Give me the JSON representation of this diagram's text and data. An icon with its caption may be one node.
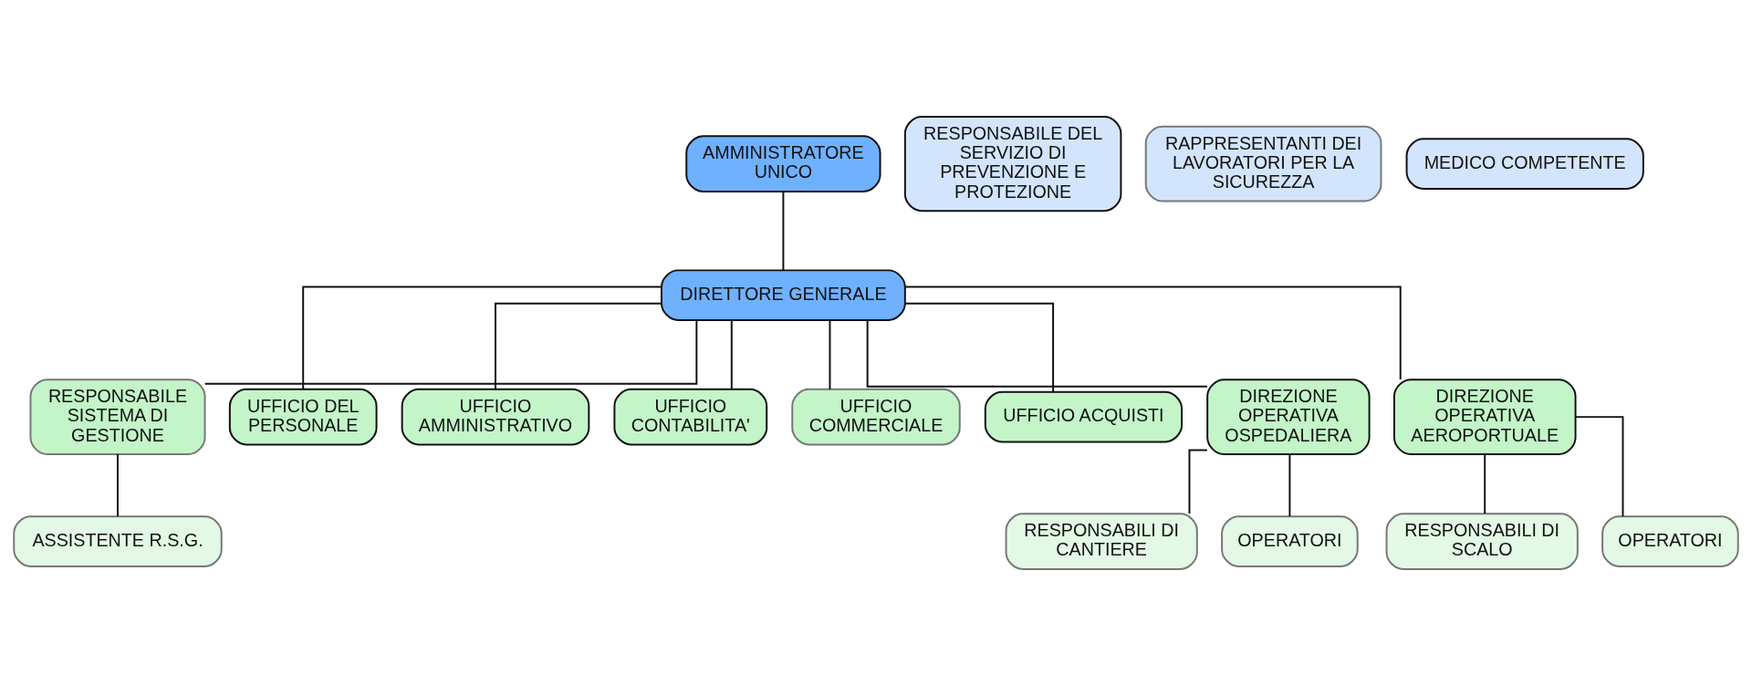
{
  "diagram": {
    "nodes": [
      {
        "text": [
          "AMMINISTRATORE UNICO"
        ]
      },
      {
        "text": [
          "RESPONSABILE DEL SERVIZIO DI PREVENZIONE E PROTEZIONE"
        ]
      },
      {
        "text": [
          "RAPPRESENTANTI DEI LAVORATORI PER LA SICUREZZA"
        ]
      },
      {
        "text": [
          "MEDICO COMPETENTE"
        ]
      },
      {
        "text": [
          "DIRETTORE GENERALE"
        ]
      },
      {
        "text": [
          "RESPONSABILE SISTEMA DI GESTIONE"
        ]
      },
      {
        "text": [
          "UFFICIO DEL PERSONALE"
        ]
      },
      {
        "text": [
          "UFFICIO AMMINISTRATIVO"
        ]
      },
      {
        "text": [
          "UFFICIO CONTABILITA'"
        ]
      },
      {
        "text": [
          "UFFICIO COMMERCIALE"
        ]
      },
      {
        "text": [
          "UFFICIO ACQUISTI"
        ]
      },
      {
        "text": [
          "DIREZIONE OPERATIVA OSPEDALIERA"
        ]
      },
      {
        "text": [
          "DIREZIONE OPERATIVA AEROPORTUALE"
        ]
      },
      {
        "text": [
          "ASSISTENTE R.S.G."
        ]
      },
      {
        "text": [
          "RESPONSABILI DI CANTIERE"
        ]
      },
      {
        "text": [
          "OPERATORI"
        ]
      },
      {
        "text": [
          "RESPONSABILI DI SCALO"
        ]
      },
      {
        "text": [
          "OPERATORI"
        ]
      }
    ],
    "edges": [
      {
        "from": 0,
        "to": 4,
        "arrow": "none"
      },
      {
        "from": 4,
        "to": 5,
        "arrow": "none"
      },
      {
        "from": 4,
        "to": 6,
        "arrow": "none"
      },
      {
        "from": 4,
        "to": 7,
        "arrow": "none"
      },
      {
        "from": 4,
        "to": 8,
        "arrow": "none"
      },
      {
        "from": 4,
        "to": 9,
        "arrow": "none"
      },
      {
        "from": 4,
        "to": 10,
        "arrow": "none"
      },
      {
        "from": 4,
        "to": 11,
        "arrow": "none"
      },
      {
        "from": 4,
        "to": 12,
        "arrow": "none"
      },
      {
        "from": 5,
        "to": 13,
        "arrow": "none"
      },
      {
        "from": 11,
        "to": 14,
        "arrow": "none"
      },
      {
        "from": 11,
        "to": 15,
        "arrow": "none"
      },
      {
        "from": 12,
        "to": 16,
        "arrow": "none"
      },
      {
        "from": 12,
        "to": 17,
        "arrow": "none"
      }
    ]
  }
}
